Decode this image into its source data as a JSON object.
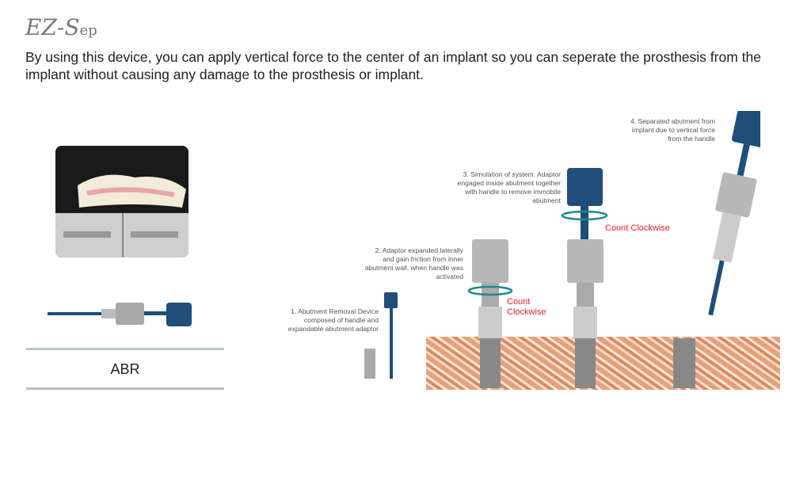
{
  "title": {
    "main": "EZ-S",
    "sub": "ep"
  },
  "intro": "By using this device, you can apply vertical force to the center of an implant so you can seperate the prosthesis from the implant without causing any damage to the prosthesis or implant.",
  "product_label": "ABR",
  "steps": [
    {
      "caption": "1. Abutment Removal Device composed of handle and expandable abutment adaptor"
    },
    {
      "caption": "2. Adaptor expanded laterally and gain friction from inner abutment wall, when handle was activated",
      "rotation": "Count Clockwise"
    },
    {
      "caption": "3. Simulation of system. Adaptor engaged inside abutment together with handle to remove immobile abutment",
      "rotation": "Count Clockwise"
    },
    {
      "caption": "4. Separated abutment from implant due to vertical force from the handle"
    }
  ],
  "colors": {
    "handle": "#1f4e79",
    "metal": "#b8b8b8",
    "arrow": "#1a8a8a",
    "rotation_text": "#e0202a"
  }
}
